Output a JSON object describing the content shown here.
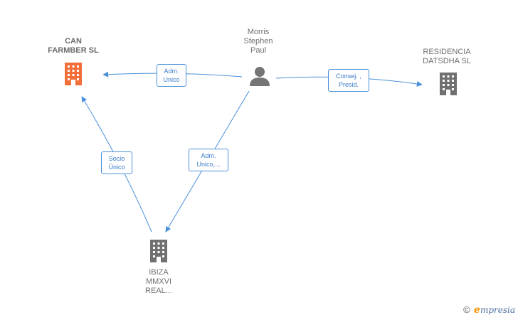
{
  "colors": {
    "edge": "#4a90d9",
    "company": "#707070",
    "company_main": "#f26f3a",
    "person": "#757575"
  },
  "nodes": {
    "can_farmber": {
      "label": "CAN\nFARMBER  SL",
      "icon": "building-icon"
    },
    "morris": {
      "label": "Morris\nStephen\nPaul",
      "icon": "person-icon"
    },
    "residencia": {
      "label": "RESIDENCIA\nDATSDHA SL",
      "icon": "building-icon"
    },
    "ibiza": {
      "label": "IBIZA\nMMXVI\nREAL...",
      "icon": "building-icon"
    }
  },
  "edges": {
    "morris_can": {
      "label": "Adm.\nUnico"
    },
    "morris_residencia": {
      "label": "Consej. ,\nPresid."
    },
    "morris_ibiza": {
      "label": "Adm.\nUnico,..."
    },
    "ibiza_can": {
      "label": "Socio\nÚnico"
    }
  },
  "brand": {
    "copyright": "©",
    "initial": "e",
    "rest": "mpresia"
  }
}
